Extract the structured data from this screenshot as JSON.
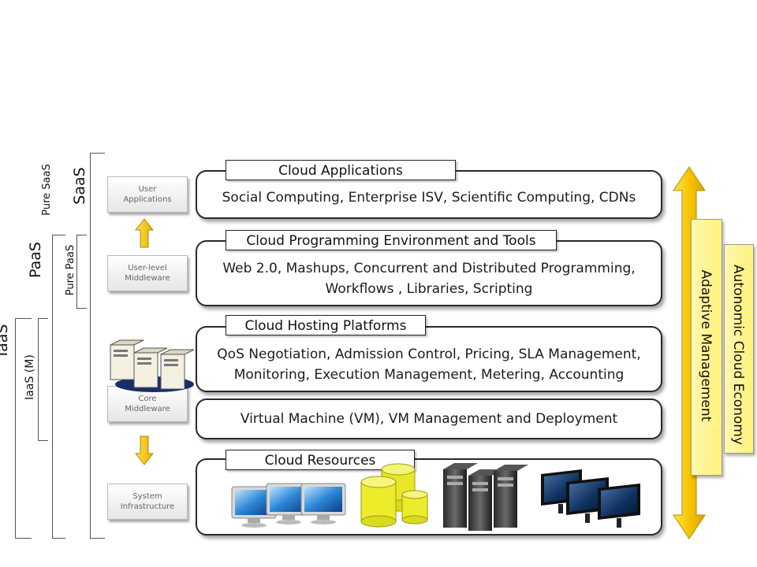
{
  "left_labels": {
    "pure_saas": "Pure SaaS",
    "saas": "SaaS",
    "paas": "PaaS",
    "pure_paas": "Pure PaaS",
    "iaas": "IaaS",
    "iaas_m": "IaaS (M)"
  },
  "side_boxes": {
    "user_applications": "User Applications",
    "user_level_middleware": "User-level Middleware",
    "core_middleware": "Core Middleware",
    "system_infrastructure": "System Infrastructure"
  },
  "layers": {
    "applications": {
      "title": "Cloud Applications",
      "text": "Social Computing, Enterprise ISV, Scientific Computing, CDNs"
    },
    "programming": {
      "title": "Cloud Programming Environment and Tools",
      "text_line1": "Web 2.0, Mashups, Concurrent and Distributed Programming,",
      "text_line2": "Workflows , Libraries, Scripting"
    },
    "hosting": {
      "title": "Cloud Hosting Platforms",
      "text_line1": "QoS Negotiation, Admission Control, Pricing, SLA Management,",
      "text_line2": "Monitoring, Execution Management, Metering, Accounting"
    },
    "vm": {
      "text": "Virtual Machine (VM), VM Management and Deployment"
    },
    "resources": {
      "title": "Cloud Resources"
    }
  },
  "right_boxes": {
    "adaptive": "Adaptive Management",
    "autonomic": "Autonomic Cloud Economy"
  },
  "colors": {
    "arrow_yellow": "#f5c400",
    "box_yellow": "#fff59a",
    "panel_border": "#2a2a2a",
    "monitor_blue": "#1e6fc2",
    "disk_yellow": "#ecec2a"
  }
}
